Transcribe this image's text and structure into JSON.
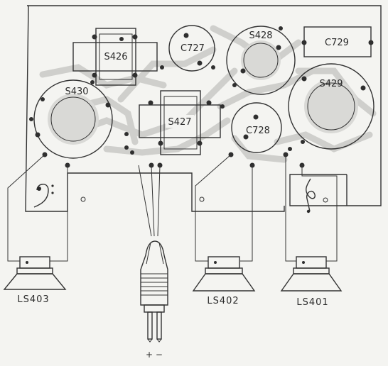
{
  "components": {
    "s426": "S426",
    "s427": "S427",
    "s428": "S428",
    "s429": "S429",
    "s430": "S430",
    "c727": "C727",
    "c728": "C728",
    "c729": "C729"
  },
  "speakers": {
    "ls401": "LS401",
    "ls402": "LS402",
    "ls403": "LS403"
  },
  "connector": {
    "polarity": "+ −"
  },
  "symbols": {
    "bass": "bass-clef-icon",
    "treble": "treble-clef-icon"
  }
}
